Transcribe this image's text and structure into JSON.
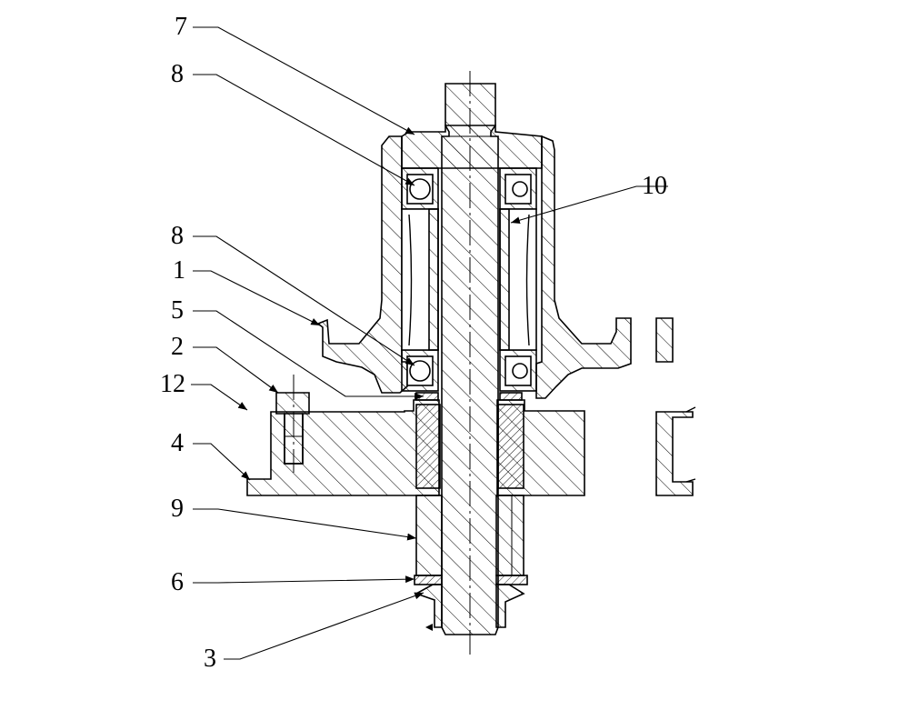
{
  "labels": {
    "l7": "7",
    "l8a": "8",
    "l8b": "8",
    "l1": "1",
    "l5": "5",
    "l2": "2",
    "l12": "12",
    "l4": "4",
    "l9": "9",
    "l6": "6",
    "l3": "3",
    "l10": "10"
  }
}
